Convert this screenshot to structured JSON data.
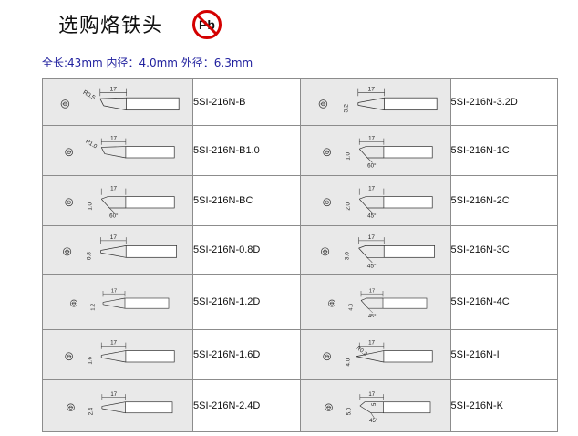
{
  "header": {
    "title": "选购烙铁头",
    "pb_symbol": "Pb",
    "specs": "全长:43mm  内径：4.0mm  外径：6.3mm"
  },
  "rows": [
    {
      "left": {
        "code": "5SI-216N-B",
        "tip": "bevel",
        "dim": "R0.5",
        "len": "17"
      },
      "right": {
        "code": "5SI-216N-3.2D",
        "tip": "chisel",
        "dim": "3.2",
        "len": "17"
      }
    },
    {
      "left": {
        "code": "5SI-216N-B1.0",
        "tip": "bevel",
        "dim": "R1.0",
        "len": "17"
      },
      "right": {
        "code": "5SI-216N-1C",
        "tip": "cut",
        "dim": "1.0",
        "len": "17",
        "angle": "60°"
      }
    },
    {
      "left": {
        "code": "5SI-216N-BC",
        "tip": "cut",
        "dim": "1.0",
        "len": "17",
        "angle": "60°"
      },
      "right": {
        "code": "5SI-216N-2C",
        "tip": "cut",
        "dim": "2.0",
        "len": "17",
        "angle": "45°"
      }
    },
    {
      "left": {
        "code": "5SI-216N-0.8D",
        "tip": "chisel",
        "dim": "0.8",
        "len": "17"
      },
      "right": {
        "code": "5SI-216N-3C",
        "tip": "cut",
        "dim": "3.0",
        "len": "17",
        "angle": "45°"
      }
    },
    {
      "left": {
        "code": "5SI-216N-1.2D",
        "tip": "chisel",
        "dim": "1.2",
        "len": "17"
      },
      "right": {
        "code": "5SI-216N-4C",
        "tip": "cut",
        "dim": "4.0",
        "len": "17",
        "angle": "45°"
      }
    },
    {
      "left": {
        "code": "5SI-216N-1.6D",
        "tip": "chisel",
        "dim": "1.6",
        "len": "17"
      },
      "right": {
        "code": "5SI-216N-I",
        "tip": "point",
        "dim": "4.0",
        "len": "17",
        "dim2": "R0.2"
      }
    },
    {
      "left": {
        "code": "5SI-216N-2.4D",
        "tip": "chisel",
        "dim": "2.4",
        "len": "17"
      },
      "right": {
        "code": "5SI-216N-K",
        "tip": "knife",
        "dim": "5.0",
        "len": "17",
        "angle": "45°",
        "dim3": "5"
      }
    }
  ]
}
